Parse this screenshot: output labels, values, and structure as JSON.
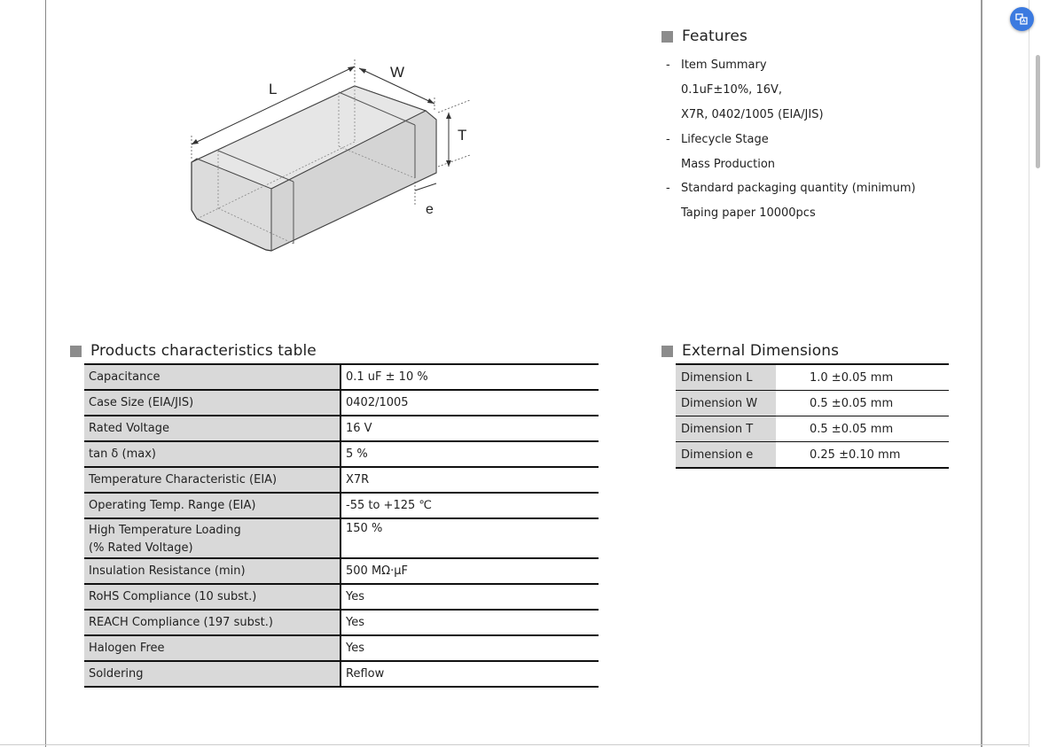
{
  "diagram": {
    "label_L": "L",
    "label_W": "W",
    "label_T": "T",
    "label_e": "e"
  },
  "features": {
    "title": "Features",
    "rows": [
      {
        "dash": "-",
        "text": "Item Summary"
      },
      {
        "dash": "",
        "text": "0.1uF±10%, 16V,"
      },
      {
        "dash": "",
        "text": "X7R, 0402/1005 (EIA/JIS)"
      },
      {
        "dash": "-",
        "text": "Lifecycle Stage"
      },
      {
        "dash": "",
        "text": "Mass Production"
      },
      {
        "dash": "-",
        "text": "Standard packaging quantity (minimum)"
      },
      {
        "dash": "",
        "text": "Taping paper 10000pcs"
      }
    ]
  },
  "products": {
    "title": "Products characteristics table",
    "rows": [
      {
        "label": "Capacitance",
        "value": "0.1 uF ± 10 %"
      },
      {
        "label": "Case Size (EIA/JIS)",
        "value": "0402/1005"
      },
      {
        "label": "Rated Voltage",
        "value": "16 V"
      },
      {
        "label": "tan δ (max)",
        "value": "5 %"
      },
      {
        "label": "Temperature Characteristic (EIA)",
        "value": "X7R"
      },
      {
        "label": "Operating Temp. Range (EIA)",
        "value": "-55 to +125 ℃"
      },
      {
        "label": "High Temperature Loading",
        "label2": "(% Rated Voltage)",
        "value": "150 %"
      },
      {
        "label": "Insulation Resistance (min)",
        "value": "500 MΩ·μF"
      },
      {
        "label": "RoHS Compliance (10 subst.)",
        "value": "Yes"
      },
      {
        "label": "REACH Compliance (197 subst.)",
        "value": "Yes"
      },
      {
        "label": "Halogen Free",
        "value": "Yes"
      },
      {
        "label": "Soldering",
        "value": "Reflow"
      }
    ]
  },
  "dimensions": {
    "title": "External Dimensions",
    "rows": [
      {
        "label": "Dimension L",
        "value": "1.0 ±0.05 mm"
      },
      {
        "label": "Dimension W",
        "value": "0.5 ±0.05 mm"
      },
      {
        "label": "Dimension T",
        "value": "0.5 ±0.05 mm"
      },
      {
        "label": "Dimension e",
        "value": "0.25 ±0.10 mm"
      }
    ]
  },
  "ui": {
    "floating_button_icon": "translate-icon",
    "accent": "#3b7ae0"
  }
}
